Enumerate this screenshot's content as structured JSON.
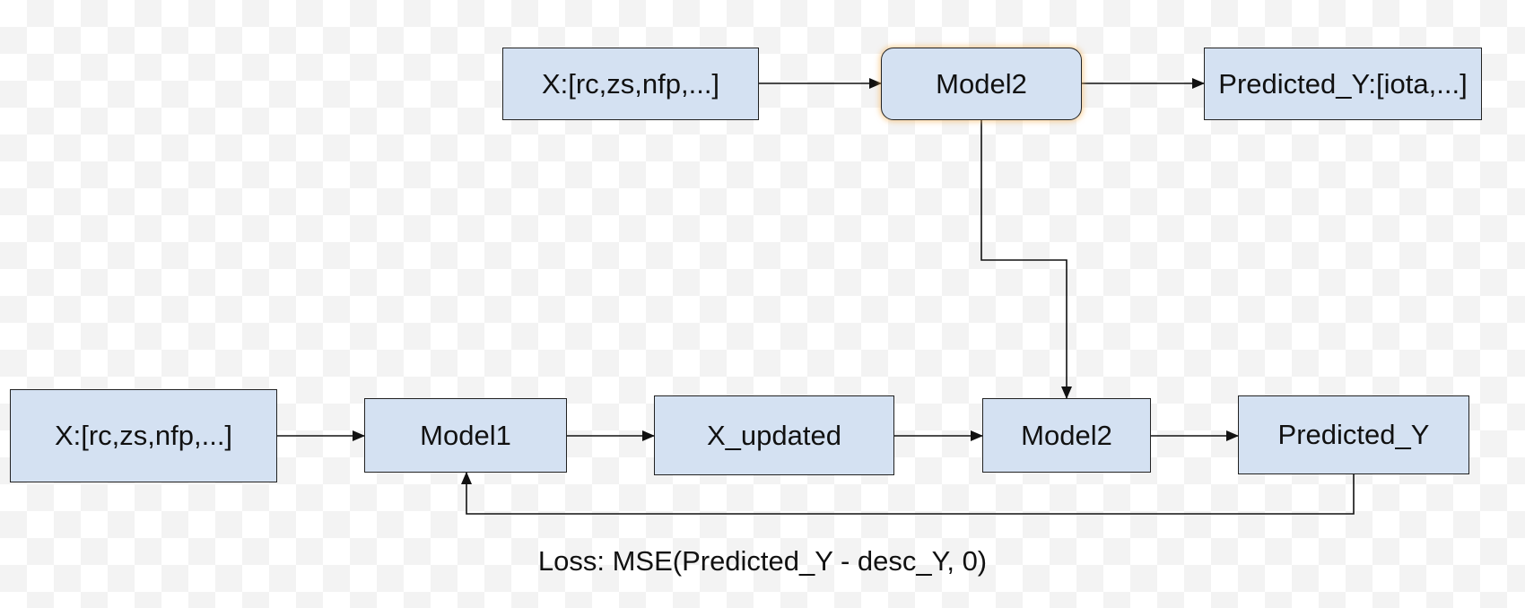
{
  "nodes": {
    "top_input": "X:[rc,zs,nfp,...]",
    "top_model2": "Model2",
    "top_output": "Predicted_Y:[iota,...]",
    "bottom_input": "X:[rc,zs,nfp,...]",
    "model1": "Model1",
    "x_updated": "X_updated",
    "bottom_model2": "Model2",
    "predicted_y": "Predicted_Y"
  },
  "caption": "Loss: MSE(Predicted_Y - desc_Y, 0)",
  "colors": {
    "node_fill": "#d4e1f2",
    "node_border": "#222222",
    "edge": "#111111",
    "highlight_glow": "#f5b45a"
  }
}
